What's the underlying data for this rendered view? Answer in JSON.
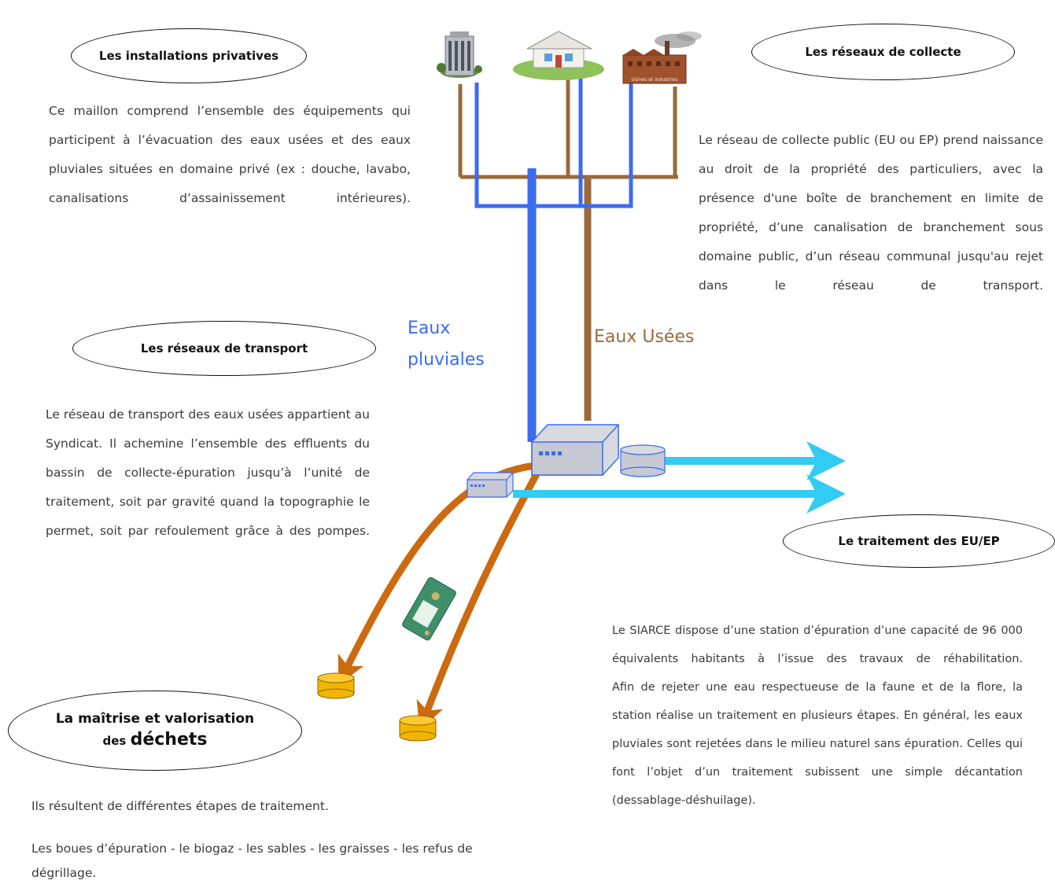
{
  "sections": {
    "privatives": {
      "title": "Les installations privatives",
      "text": "Ce maillon comprend l’ensemble des équipements qui participent à l’évacuation des eaux usées et des eaux pluviales situées en domaine privé (ex : douche, lavabo, canalisations d’assainissement intérieures)."
    },
    "collecte": {
      "title": "Les réseaux de collecte",
      "text": "Le réseau de collecte public (EU ou EP) prend naissance au droit de la propriété des particuliers, avec la présence d'une boîte de branchement en limite de propriété, d’une canalisation de branchement sous domaine public, d’un réseau communal jusqu'au rejet dans le réseau de transport."
    },
    "transport": {
      "title": "Les réseaux de transport",
      "text": "Le réseau de transport des eaux usées appartient au Syndicat. Il achemine l’ensemble des effluents du bassin de collecte-épuration jusqu’à l’unité de traitement, soit par gravité quand la topographie le permet, soit par refoulement grâce à des pompes."
    },
    "traitement": {
      "title": "Le traitement des EU/EP",
      "text1": "Le SIARCE dispose d’une station d’épuration d’une capacité de 96 000 équivalents habitants à l’issue des travaux de réhabilitation.",
      "text2": "Afin de rejeter une eau respectueuse de la faune et de la flore, la station réalise un traitement en plusieurs étapes. En général, les eaux pluviales sont rejetées dans le milieu naturel sans épuration. Celles qui font l’objet d’un traitement subissent une simple décantation (dessablage-déshuilage)."
    },
    "dechets": {
      "title_line1": "La maîtrise et valorisation",
      "title_line2_prefix": "des",
      "title_line2_big": "déchets",
      "text1": "Ils résultent de différentes étapes de traitement.",
      "text2": "Les boues d’épuration - le biogaz - les sables - les graisses - les refus de dégrillage."
    }
  },
  "labels": {
    "eaux_pluviales_1": "Eaux",
    "eaux_pluviales_2": "pluviales",
    "eaux_usees": "Eaux Usées",
    "factory_caption": "Usines et industries"
  },
  "colors": {
    "eaux_pluviales": "#3b6cf0",
    "eaux_usees": "#9a6a3c",
    "outflow": "#33ccf2",
    "waste_arrow": "#cc6a10",
    "station": "#c6c8d2",
    "bin": "#f2b400"
  },
  "icons": {
    "building": "apartment-building-icon",
    "house": "house-icon",
    "factory": "factory-icon",
    "treatment": "treatment-station-icon",
    "pump": "pump-station-icon",
    "tank": "tank-icon",
    "bin": "waste-bin-icon"
  }
}
